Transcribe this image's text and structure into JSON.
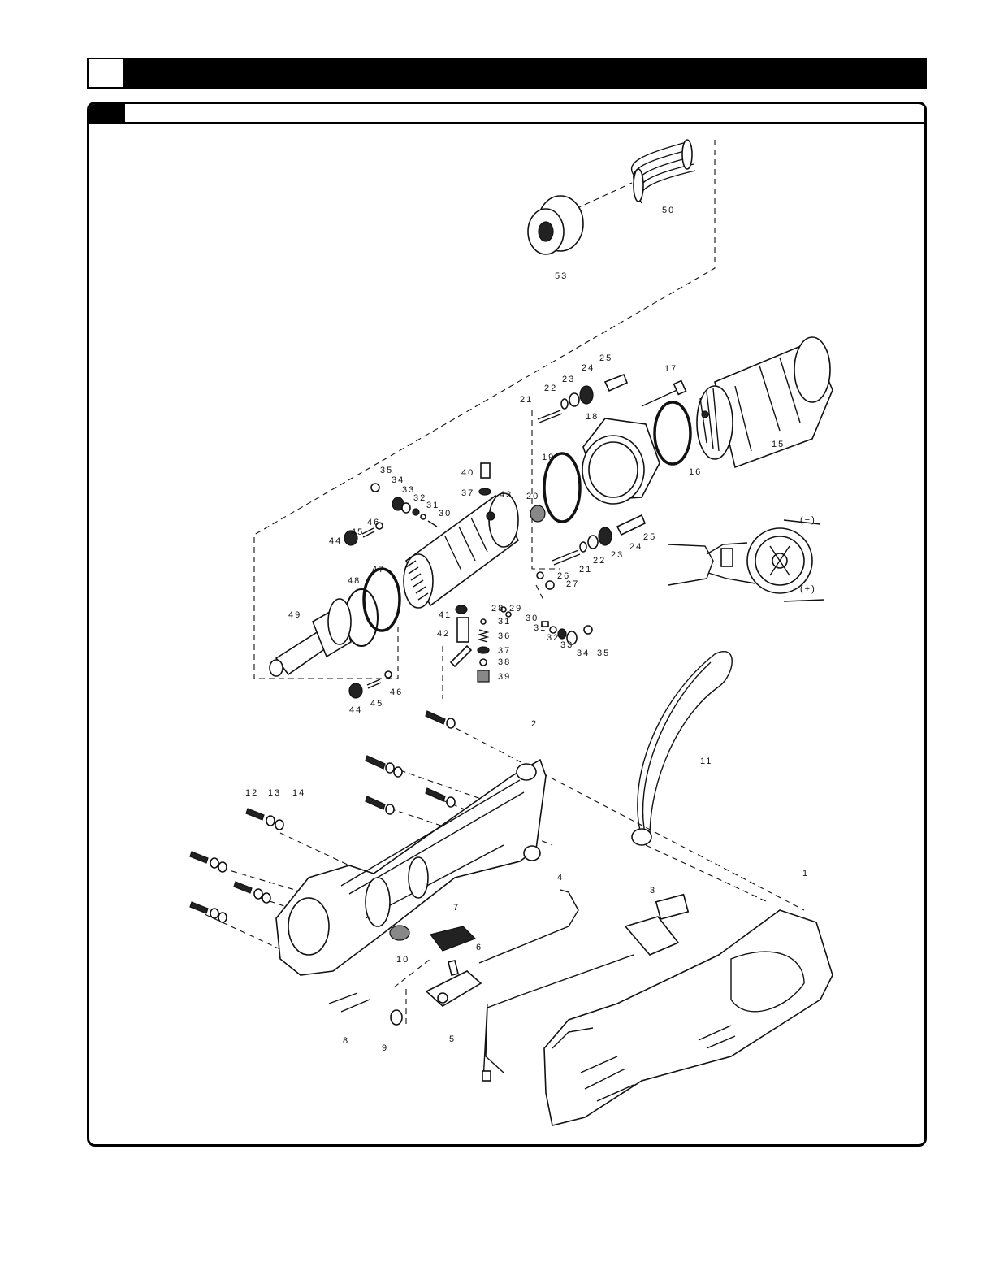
{
  "diagram": {
    "callouts": [
      "1",
      "2",
      "3",
      "4",
      "5",
      "6",
      "7",
      "8",
      "9",
      "10",
      "11",
      "12",
      "13",
      "14",
      "15",
      "16",
      "17",
      "18",
      "19",
      "20",
      "21",
      "22",
      "23",
      "24",
      "25",
      "26",
      "27",
      "28",
      "29",
      "30",
      "31",
      "32",
      "33",
      "34",
      "35",
      "36",
      "37",
      "38",
      "39",
      "40",
      "41",
      "42",
      "43",
      "44",
      "45",
      "46",
      "47",
      "48",
      "49",
      "50",
      "53"
    ],
    "detail_labels": {
      "negative": "(−)",
      "positive": "(+)"
    }
  }
}
